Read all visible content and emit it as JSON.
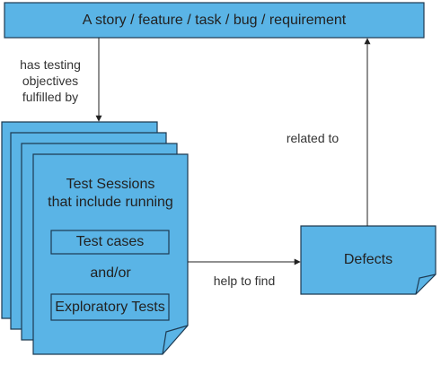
{
  "nodes": {
    "story": "A story / feature / task / bug / requirement",
    "sessions_title_line1": "Test Sessions",
    "sessions_title_line2": "that include running",
    "test_cases": "Test cases",
    "andor": "and/or",
    "exploratory": "Exploratory Tests",
    "defects": "Defects"
  },
  "edges": {
    "objectives_line1": "has testing",
    "objectives_line2": "objectives",
    "objectives_line3": "fulfilled by",
    "related": "related to",
    "help": "help to find"
  },
  "colors": {
    "fill": "#5ab4e6",
    "stroke": "#1d3a52",
    "line": "#222222"
  }
}
